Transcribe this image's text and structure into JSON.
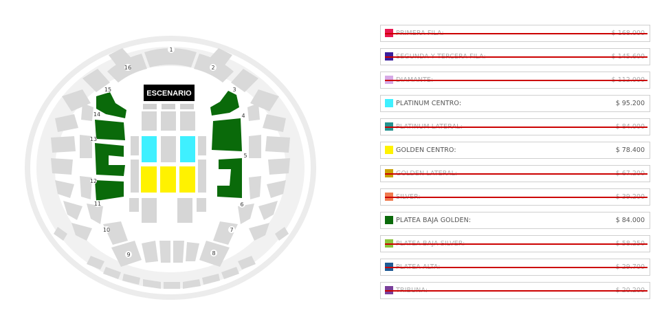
{
  "map": {
    "stage_label": "ESCENARIO",
    "section_numbers": [
      "1",
      "2",
      "3",
      "4",
      "5",
      "6",
      "7",
      "8",
      "9",
      "10",
      "11",
      "12",
      "13",
      "14",
      "15",
      "16"
    ]
  },
  "colors": {
    "primera": "#e8174f",
    "segunda": "#3a1e9c",
    "diamante": "#d6a9e6",
    "platinum_centro": "#3ff0ff",
    "platinum_lateral": "#23928f",
    "golden_centro": "#fff200",
    "golden_lateral": "#c9a000",
    "silver": "#f07a4e",
    "platea_baja_golden": "#0a6a0a",
    "platea_baja_silver": "#8ac43c",
    "platea_alta": "#1e5a94",
    "tribuna": "#7a3f9a",
    "strike": "#cc0000",
    "section_gray": "#d6d6d6",
    "ring_gray": "#e9e9e9"
  },
  "prices": [
    {
      "name": "PRIMERA FILA:",
      "value": "$ 168.000",
      "color": "#e8174f",
      "sold_out": true
    },
    {
      "name": "SEGUNDA Y TERCERA FILA:",
      "value": "$ 145.600",
      "color": "#3a1e9c",
      "sold_out": true
    },
    {
      "name": "DIAMANTE:",
      "value": "$ 112.000",
      "color": "#d6a9e6",
      "sold_out": true
    },
    {
      "name": "PLATINUM CENTRO:",
      "value": "$ 95.200",
      "color": "#3ff0ff",
      "sold_out": false
    },
    {
      "name": "PLATINUM LATERAL:",
      "value": "$ 84.000",
      "color": "#23928f",
      "sold_out": true
    },
    {
      "name": "GOLDEN CENTRO:",
      "value": "$ 78.400",
      "color": "#fff200",
      "sold_out": false
    },
    {
      "name": "GOLDEN LATERAL:",
      "value": "$ 67.200",
      "color": "#c9a000",
      "sold_out": true
    },
    {
      "name": "SILVER:",
      "value": "$ 39.200",
      "color": "#f07a4e",
      "sold_out": true
    },
    {
      "name": "PLATEA BAJA GOLDEN:",
      "value": "$ 84.000",
      "color": "#0a6a0a",
      "sold_out": false
    },
    {
      "name": "PLATEA BAJA SILVER:",
      "value": "$ 58.250",
      "color": "#8ac43c",
      "sold_out": true
    },
    {
      "name": "PLATEA ALTA:",
      "value": "$ 29.700",
      "color": "#1e5a94",
      "sold_out": true
    },
    {
      "name": "TRIBUNA:",
      "value": "$ 20.200",
      "color": "#7a3f9a",
      "sold_out": true
    }
  ]
}
